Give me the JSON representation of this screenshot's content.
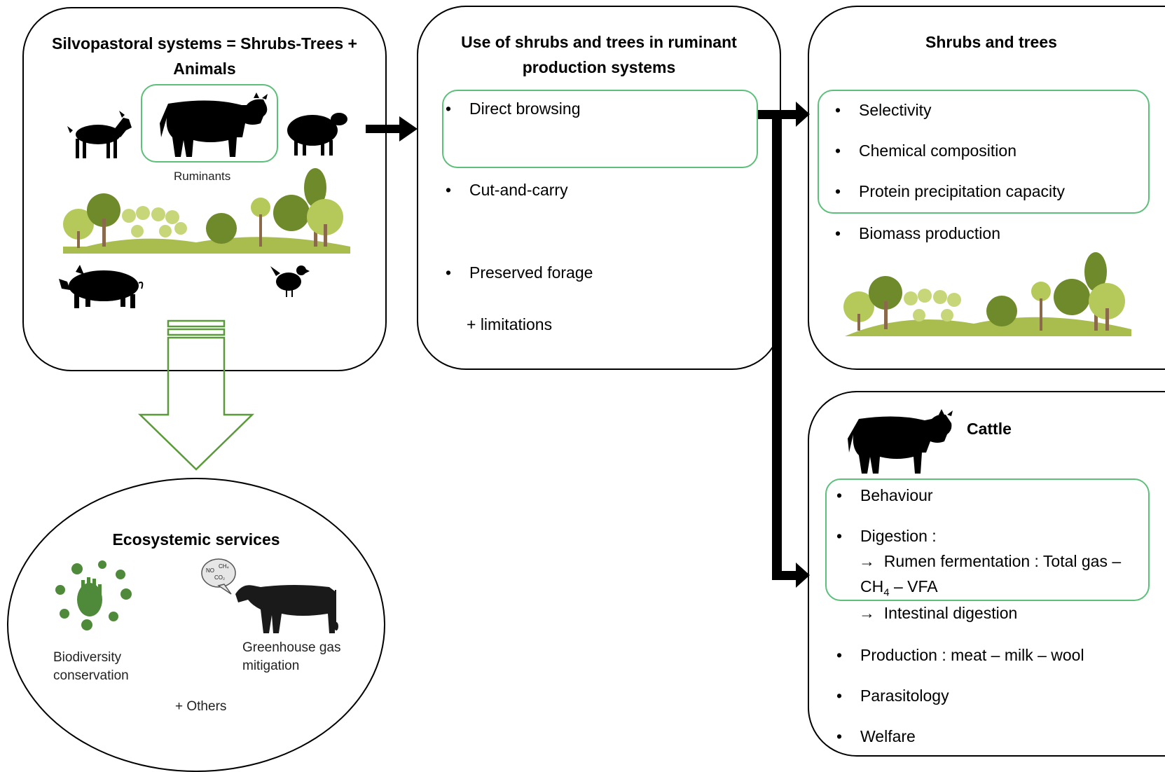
{
  "boxes": {
    "silvo": {
      "title_line1": "Silvopastoral systems = Shrubs-Trees +",
      "title_line2": "Animals",
      "ruminants_label": "Ruminants"
    },
    "use": {
      "title_line1": "Use of shrubs and trees  in ruminant",
      "title_line2": "production systems",
      "items": [
        "Direct browsing",
        "Cut-and-carry",
        "Preserved forage"
      ],
      "note": "+ limitations"
    },
    "shrubs": {
      "title": "Shrubs  and trees",
      "items": [
        "Selectivity",
        "Chemical  composition",
        "Protein precipitation capacity",
        "Biomass production"
      ]
    },
    "cattle": {
      "title": "Cattle",
      "behaviour": "Behaviour",
      "digestion": "Digestion :",
      "rumen": "Rumen fermentation : Total gas –",
      "rumen_cont_prefix": "CH",
      "rumen_cont_sub": "4",
      "rumen_cont_suffix": " – VFA",
      "intestinal": "Intestinal  digestion",
      "production": "Production : meat – milk – wool",
      "parasitology": "Parasitology",
      "welfare": "Welfare"
    },
    "eco": {
      "title": "Ecosystemic services",
      "biodiversity_line1": "Biodiversity",
      "biodiversity_line2": "conservation",
      "ghg_line1": "Greenhouse gas",
      "ghg_line2": "mitigation",
      "others": "+ Others",
      "bubble_labels": [
        "NO",
        "CH₄",
        "CO₂"
      ]
    }
  },
  "colors": {
    "border": "#000000",
    "highlight": "#5cbf7a",
    "arrow_outline": "#5a9a3a",
    "tree_dark": "#6e8a2a",
    "tree_light": "#b5c95a",
    "ground": "#a9bd4f"
  },
  "icons": [
    "goat-icon",
    "cow-icon",
    "sheep-icon",
    "pig-icon",
    "chicken-icon",
    "trees-illustration",
    "biodiversity-icon",
    "speech-bubble-icon",
    "cow-silhouette-icon"
  ]
}
